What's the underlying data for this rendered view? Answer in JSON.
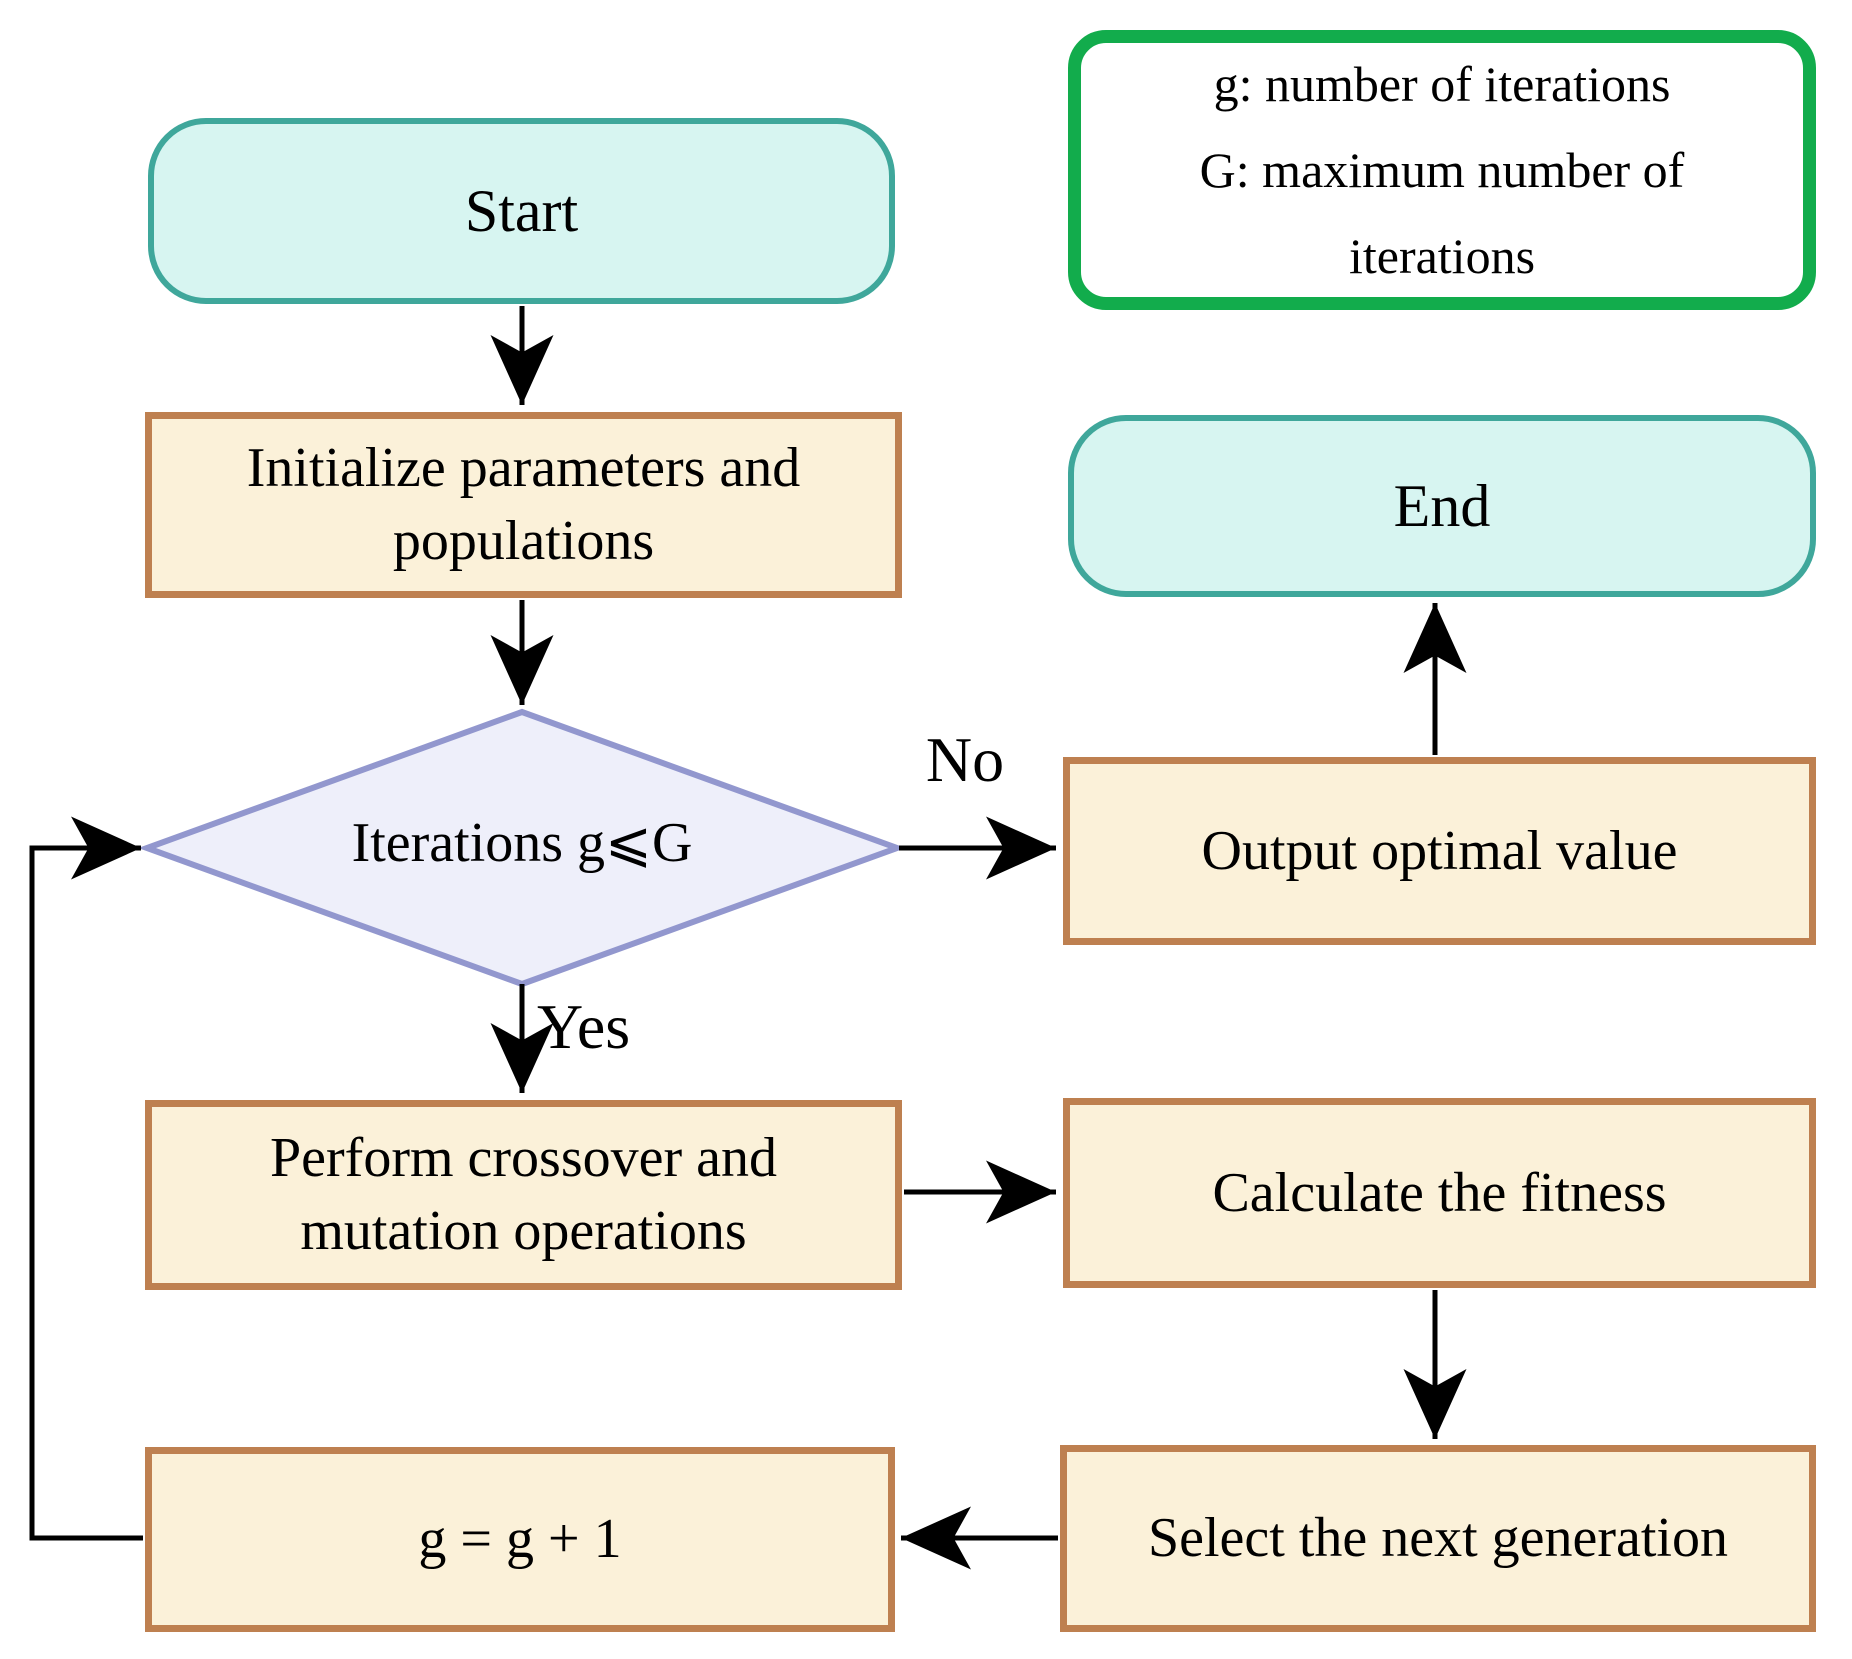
{
  "diagram": {
    "nodes": {
      "start": {
        "label": "Start",
        "shape": "terminal"
      },
      "initialize": {
        "label": "Initialize parameters and populations",
        "shape": "process"
      },
      "decision": {
        "label": "Iterations g⩽G",
        "shape": "decision"
      },
      "output": {
        "label": "Output optimal value",
        "shape": "process"
      },
      "end": {
        "label": "End",
        "shape": "terminal"
      },
      "perform": {
        "label": "Perform crossover and mutation operations",
        "shape": "process"
      },
      "calculate": {
        "label": "Calculate the fitness",
        "shape": "process"
      },
      "select": {
        "label": "Select the next generation",
        "shape": "process"
      },
      "increment": {
        "label": "g = g + 1",
        "shape": "process"
      }
    },
    "edge_labels": {
      "yes": "Yes",
      "no": "No"
    },
    "legend": {
      "line1": "g: number of iterations",
      "line2": "G: maximum number of iterations"
    }
  },
  "colors": {
    "terminal_fill": "#d7f5f1",
    "terminal_border": "#3fa79b",
    "process_fill": "#fbf1d9",
    "process_border": "#be8050",
    "decision_fill": "#eeeffa",
    "decision_border": "#9297ce",
    "legend_border": "#12ac4c",
    "legend_fill": "#ffffff",
    "arrow": "#000000",
    "text": "#000000",
    "canvas": "#ffffff"
  }
}
